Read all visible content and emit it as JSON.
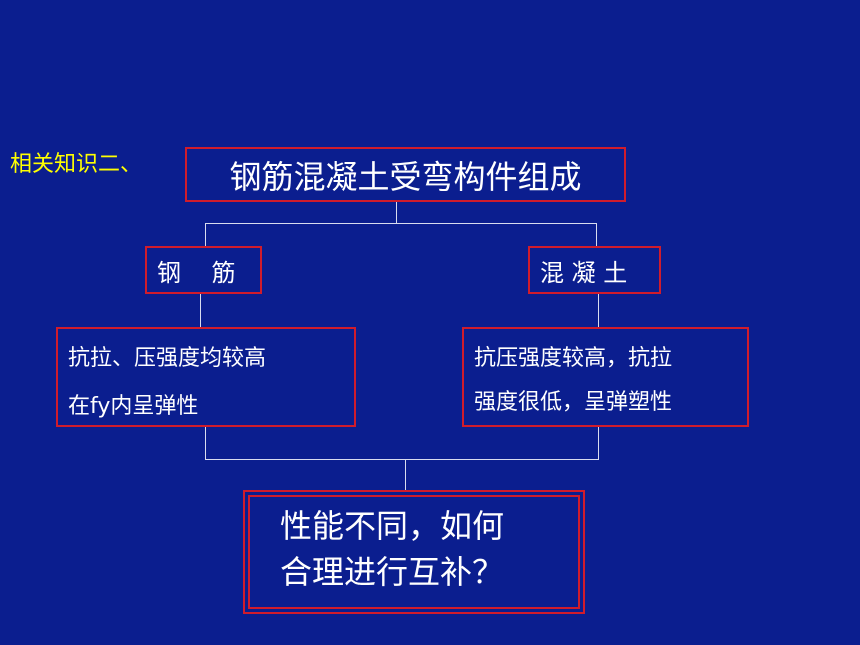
{
  "label": "相关知识二、",
  "title": "钢筋混凝土受弯构件组成",
  "steel": {
    "name": "钢    筋",
    "property_line1": "抗拉、压强度均较高",
    "property_line2": "在fy内呈弹性"
  },
  "concrete": {
    "name": "混 凝 土",
    "property_line1": "抗压强度较高，抗拉",
    "property_line2": "强度很低，呈弹塑性"
  },
  "question": {
    "line1": "性能不同，如何",
    "line2": "合理进行互补？"
  },
  "colors": {
    "background": "#0b1e8f",
    "border": "#d01c2c",
    "label": "#ffff00",
    "text": "#ffffff",
    "connector": "#d9dcef"
  }
}
